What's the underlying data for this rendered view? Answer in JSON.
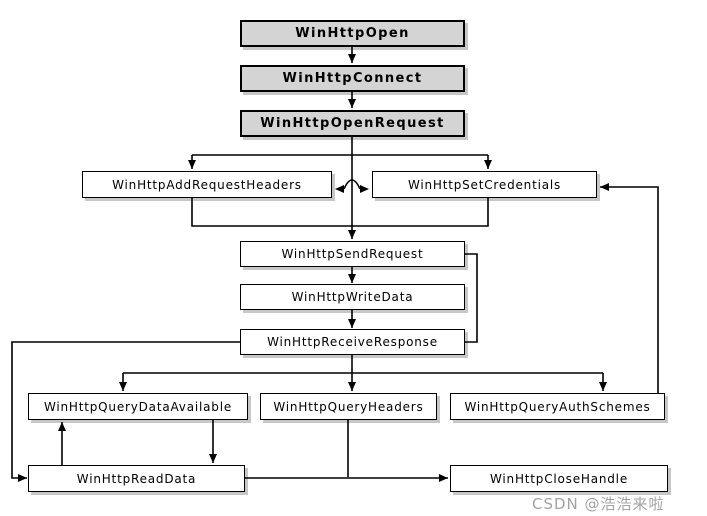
{
  "diagram": {
    "nodes": [
      {
        "id": "open",
        "label": "WinHttpOpen",
        "kind": "session"
      },
      {
        "id": "connect",
        "label": "WinHttpConnect",
        "kind": "session"
      },
      {
        "id": "openrequest",
        "label": "WinHttpOpenRequest",
        "kind": "session"
      },
      {
        "id": "addrequestheaders",
        "label": "WinHttpAddRequestHeaders",
        "kind": "normal"
      },
      {
        "id": "setcredentials",
        "label": "WinHttpSetCredentials",
        "kind": "normal"
      },
      {
        "id": "sendrequest",
        "label": "WinHttpSendRequest",
        "kind": "normal"
      },
      {
        "id": "writedata",
        "label": "WinHttpWriteData",
        "kind": "normal"
      },
      {
        "id": "receiveresponse",
        "label": "WinHttpReceiveResponse",
        "kind": "normal"
      },
      {
        "id": "querydataavailable",
        "label": "WinHttpQueryDataAvailable",
        "kind": "normal"
      },
      {
        "id": "queryheaders",
        "label": "WinHttpQueryHeaders",
        "kind": "normal"
      },
      {
        "id": "queryauthschemes",
        "label": "WinHttpQueryAuthSchemes",
        "kind": "normal"
      },
      {
        "id": "readdata",
        "label": "WinHttpReadData",
        "kind": "normal"
      },
      {
        "id": "closehandle",
        "label": "WinHttpCloseHandle",
        "kind": "normal"
      }
    ],
    "edges": [
      {
        "from": "open",
        "to": "connect"
      },
      {
        "from": "connect",
        "to": "openrequest"
      },
      {
        "from": "openrequest",
        "to": "addrequestheaders"
      },
      {
        "from": "openrequest",
        "to": "setcredentials"
      },
      {
        "from": "openrequest",
        "to": "sendrequest"
      },
      {
        "from": "addrequestheaders",
        "to": "setcredentials",
        "style": "swap-arc"
      },
      {
        "from": "setcredentials",
        "to": "addrequestheaders",
        "style": "swap-arc"
      },
      {
        "from": "sendrequest",
        "to": "writedata"
      },
      {
        "from": "writedata",
        "to": "receiveresponse"
      },
      {
        "from": "sendrequest",
        "to": "receiveresponse",
        "style": "bypass"
      },
      {
        "from": "receiveresponse",
        "to": "querydataavailable"
      },
      {
        "from": "receiveresponse",
        "to": "queryheaders"
      },
      {
        "from": "receiveresponse",
        "to": "queryauthschemes"
      },
      {
        "from": "receiveresponse",
        "to": "readdata",
        "style": "left-loop"
      },
      {
        "from": "querydataavailable",
        "to": "readdata"
      },
      {
        "from": "readdata",
        "to": "querydataavailable",
        "style": "loop-back"
      },
      {
        "from": "queryauthschemes",
        "to": "setcredentials",
        "style": "right-loop"
      },
      {
        "from": "readdata",
        "to": "closehandle"
      },
      {
        "from": "queryheaders",
        "to": "closehandle",
        "style": "merge"
      }
    ]
  },
  "watermark": {
    "text": "CSDN @浩浩来啦"
  },
  "colors": {
    "session_box_fill": "#d4d4d4",
    "box_fill": "#ffffff",
    "line": "#000000",
    "shadow": "#c6c6c6",
    "watermark": "#a3a3a3"
  }
}
